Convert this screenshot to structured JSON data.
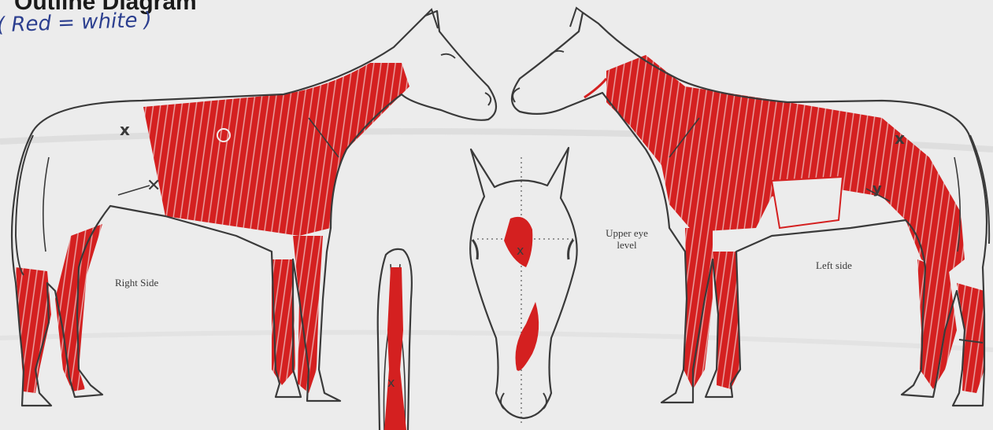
{
  "diagram": {
    "title_partial": "Outline Diagram",
    "key_note": "( Red = white )",
    "views": {
      "right_side_label": "Right Side",
      "head_front_label": "Upper eye level",
      "left_side_label": "Left side"
    },
    "colors": {
      "outline": "#3a3a3a",
      "marking_red": "#d42020",
      "paper": "#e9e9e9",
      "key_ink": "#2c3f8f"
    }
  }
}
